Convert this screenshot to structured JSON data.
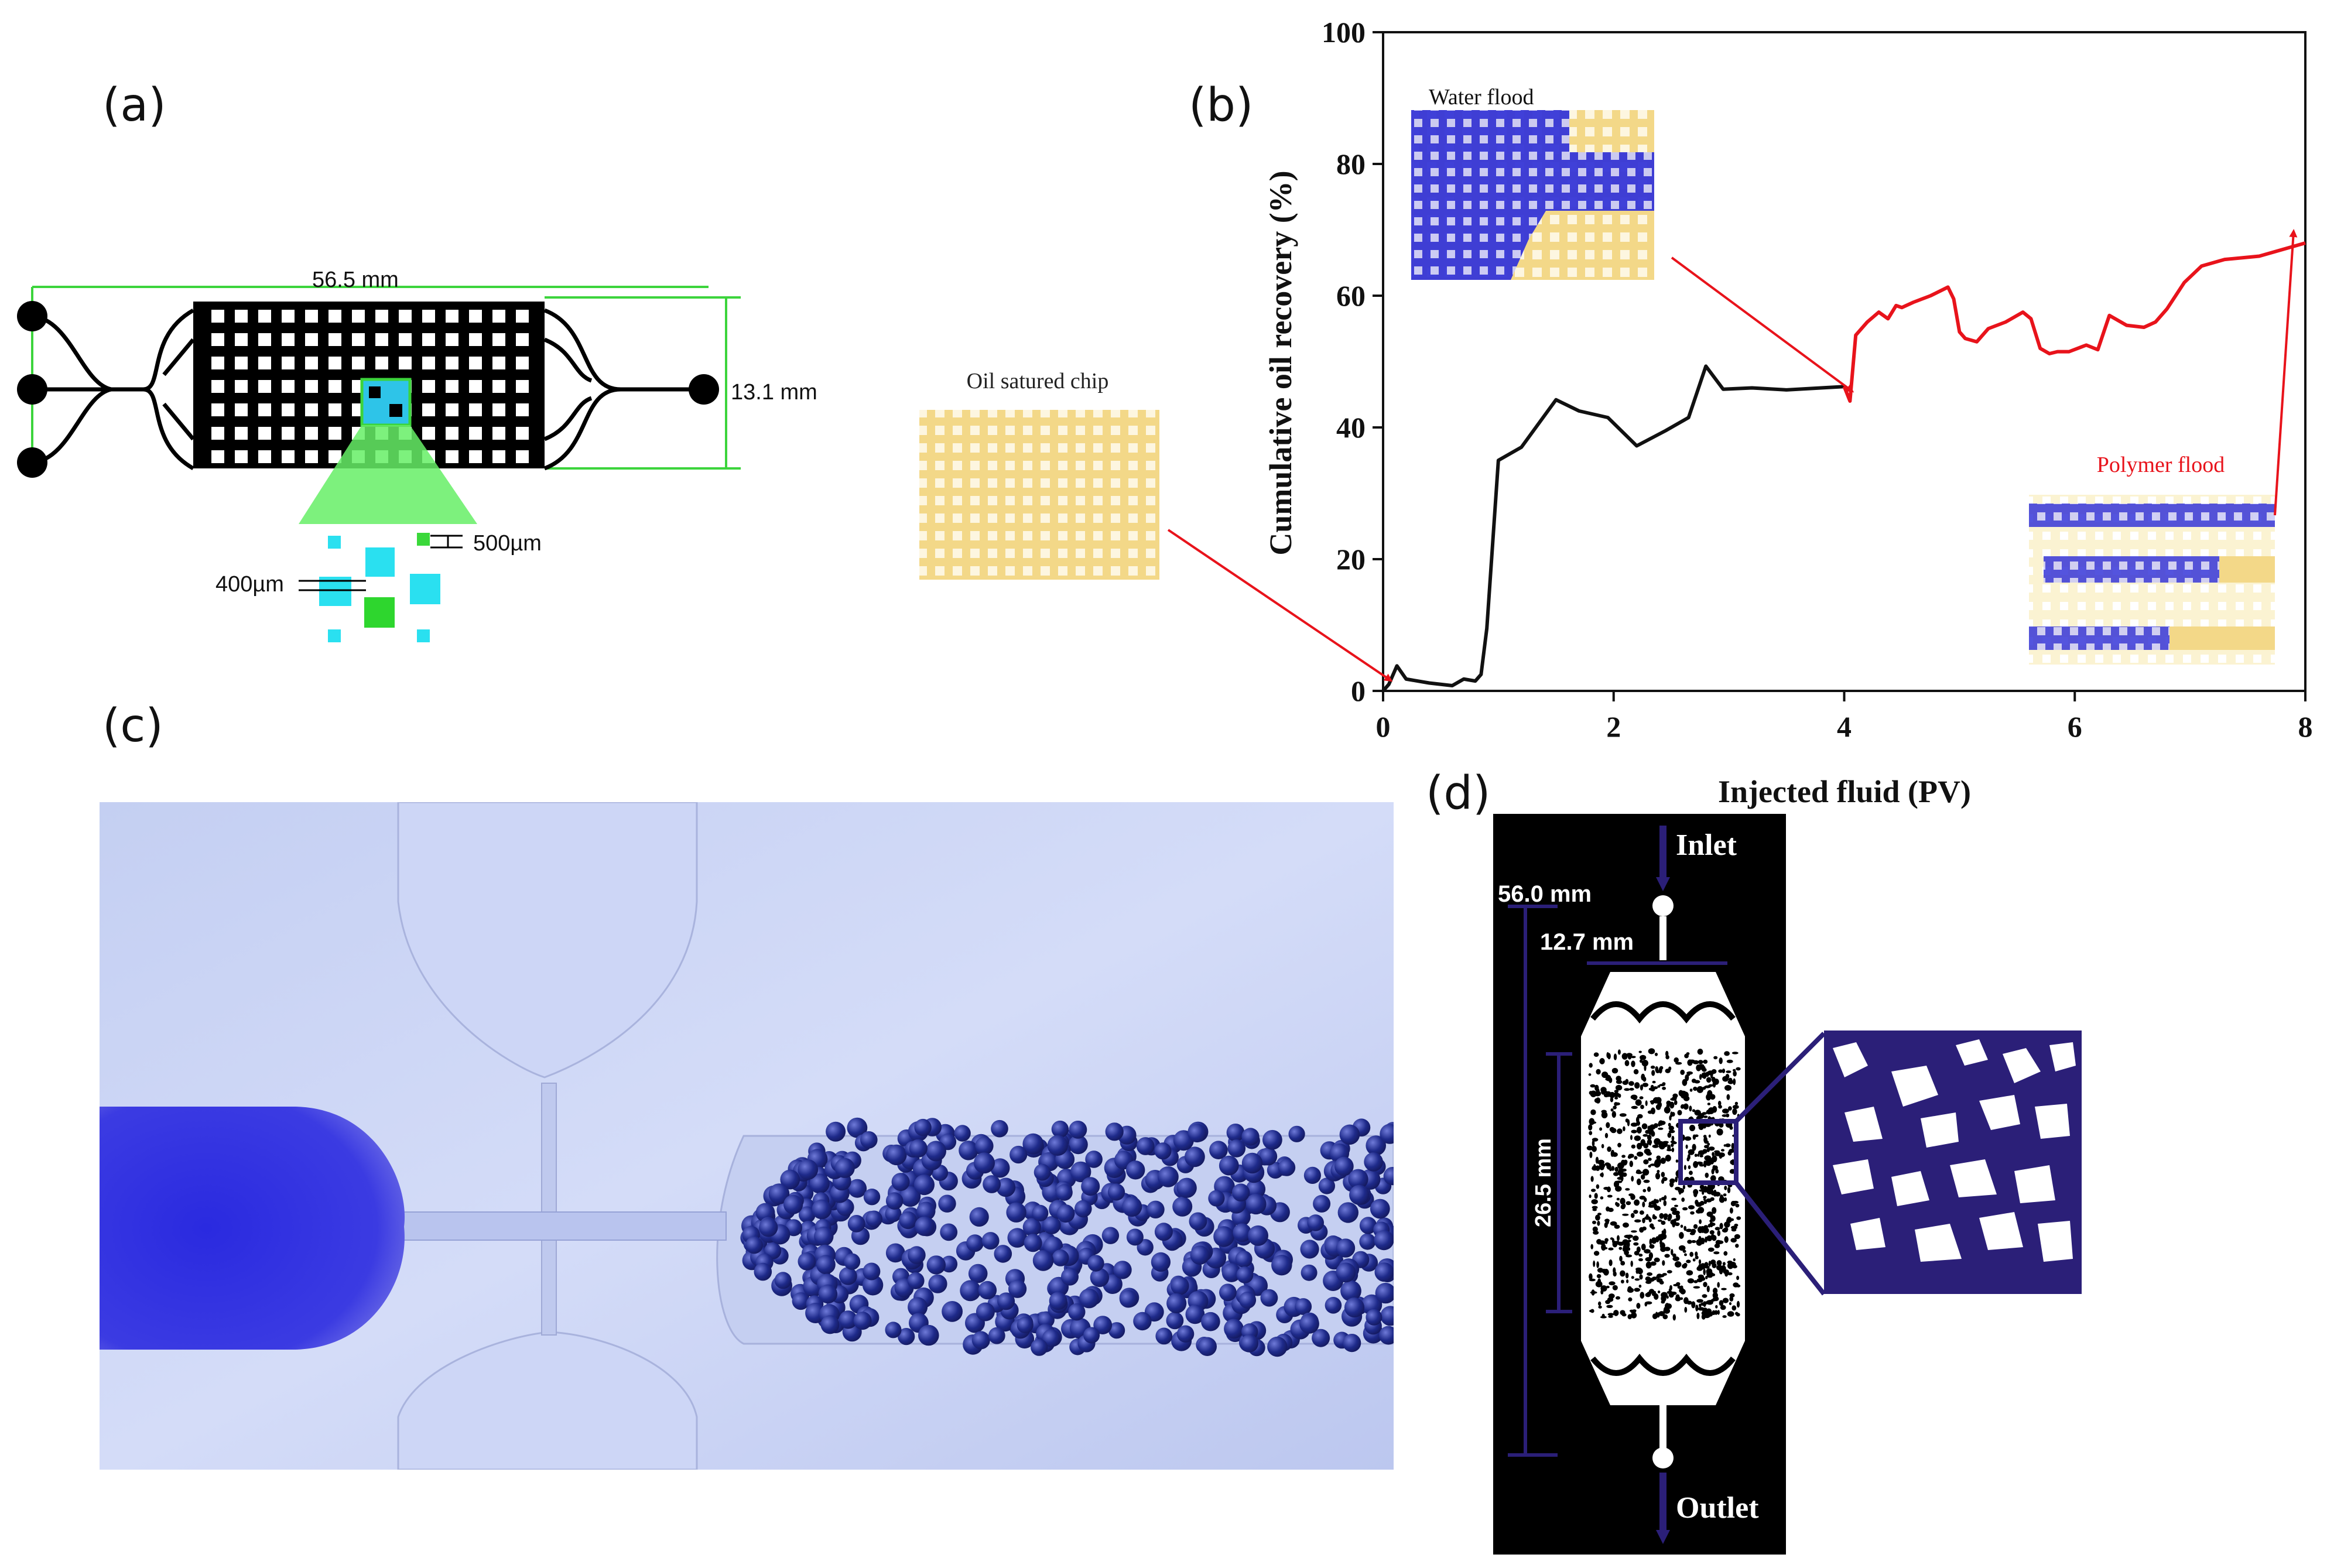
{
  "panels": {
    "a": {
      "label": "(a)",
      "width_label": "56.5 mm",
      "height_label": "13.1 mm",
      "small_dim_label": "500µm",
      "large_dim_label": "400µm"
    },
    "b": {
      "label": "(b)",
      "inset_oil": "Oil satured chip",
      "inset_water": "Water flood",
      "inset_polymer": "Polymer flood"
    },
    "c": {
      "label": "(c)"
    },
    "d": {
      "label": "(d)",
      "inlet": "Inlet",
      "outlet": "Outlet",
      "length_label": "56.0 mm",
      "width_label": "12.7 mm",
      "porous_length_label": "26.5 mm"
    }
  },
  "colors": {
    "water_flood_line": "#111111",
    "polymer_flood_line": "#e8131b",
    "arrow": "#e8131b",
    "oil_yellow": "#f5d77a",
    "water_blue": "#3a3ad8",
    "chip_navy": "#2b1f78",
    "bead_blue": "#1e2a8a"
  },
  "chart_data": {
    "type": "line",
    "xlabel": "Injected fluid (PV)",
    "ylabel": "Cumulative oil recovery (%)",
    "xlim": [
      0,
      8
    ],
    "ylim": [
      0,
      100
    ],
    "xticks": [
      "0",
      "2",
      "4",
      "6",
      "8"
    ],
    "yticks": [
      "0",
      "20",
      "40",
      "60",
      "80",
      "100"
    ],
    "series": [
      {
        "name": "Water flood",
        "x": [
          0,
          0.05,
          0.12,
          0.2,
          0.4,
          0.6,
          0.7,
          0.8,
          0.85,
          0.9,
          1.0,
          1.2,
          1.5,
          1.7,
          1.95,
          2.2,
          2.45,
          2.65,
          2.8,
          2.95,
          3.2,
          3.5,
          3.8,
          4.0
        ],
        "y": [
          0,
          1,
          3.8,
          1.8,
          1.2,
          0.8,
          1.8,
          1.5,
          2.5,
          9.5,
          35,
          37,
          44.2,
          42.5,
          41.5,
          37.2,
          39.5,
          41.5,
          49.3,
          45.8,
          46,
          45.7,
          46,
          46.2
        ]
      },
      {
        "name": "Polymer flood",
        "x": [
          4.0,
          4.05,
          4.1,
          4.2,
          4.3,
          4.38,
          4.45,
          4.5,
          4.6,
          4.75,
          4.9,
          4.95,
          5.0,
          5.05,
          5.15,
          5.25,
          5.4,
          5.55,
          5.62,
          5.7,
          5.78,
          5.85,
          5.95,
          6.1,
          6.2,
          6.3,
          6.45,
          6.6,
          6.7,
          6.8,
          6.95,
          7.1,
          7.3,
          7.6,
          7.8,
          8.0
        ],
        "y": [
          46.2,
          44,
          54,
          56,
          57.5,
          56.5,
          58.5,
          58.2,
          59,
          60,
          61.3,
          59.5,
          54.5,
          53.5,
          53,
          55,
          56,
          57.5,
          56.5,
          52,
          51.2,
          51.5,
          51.5,
          52.5,
          51.8,
          57,
          55.5,
          55.2,
          56,
          58,
          62,
          64.5,
          65.5,
          66,
          67,
          68
        ]
      }
    ]
  }
}
